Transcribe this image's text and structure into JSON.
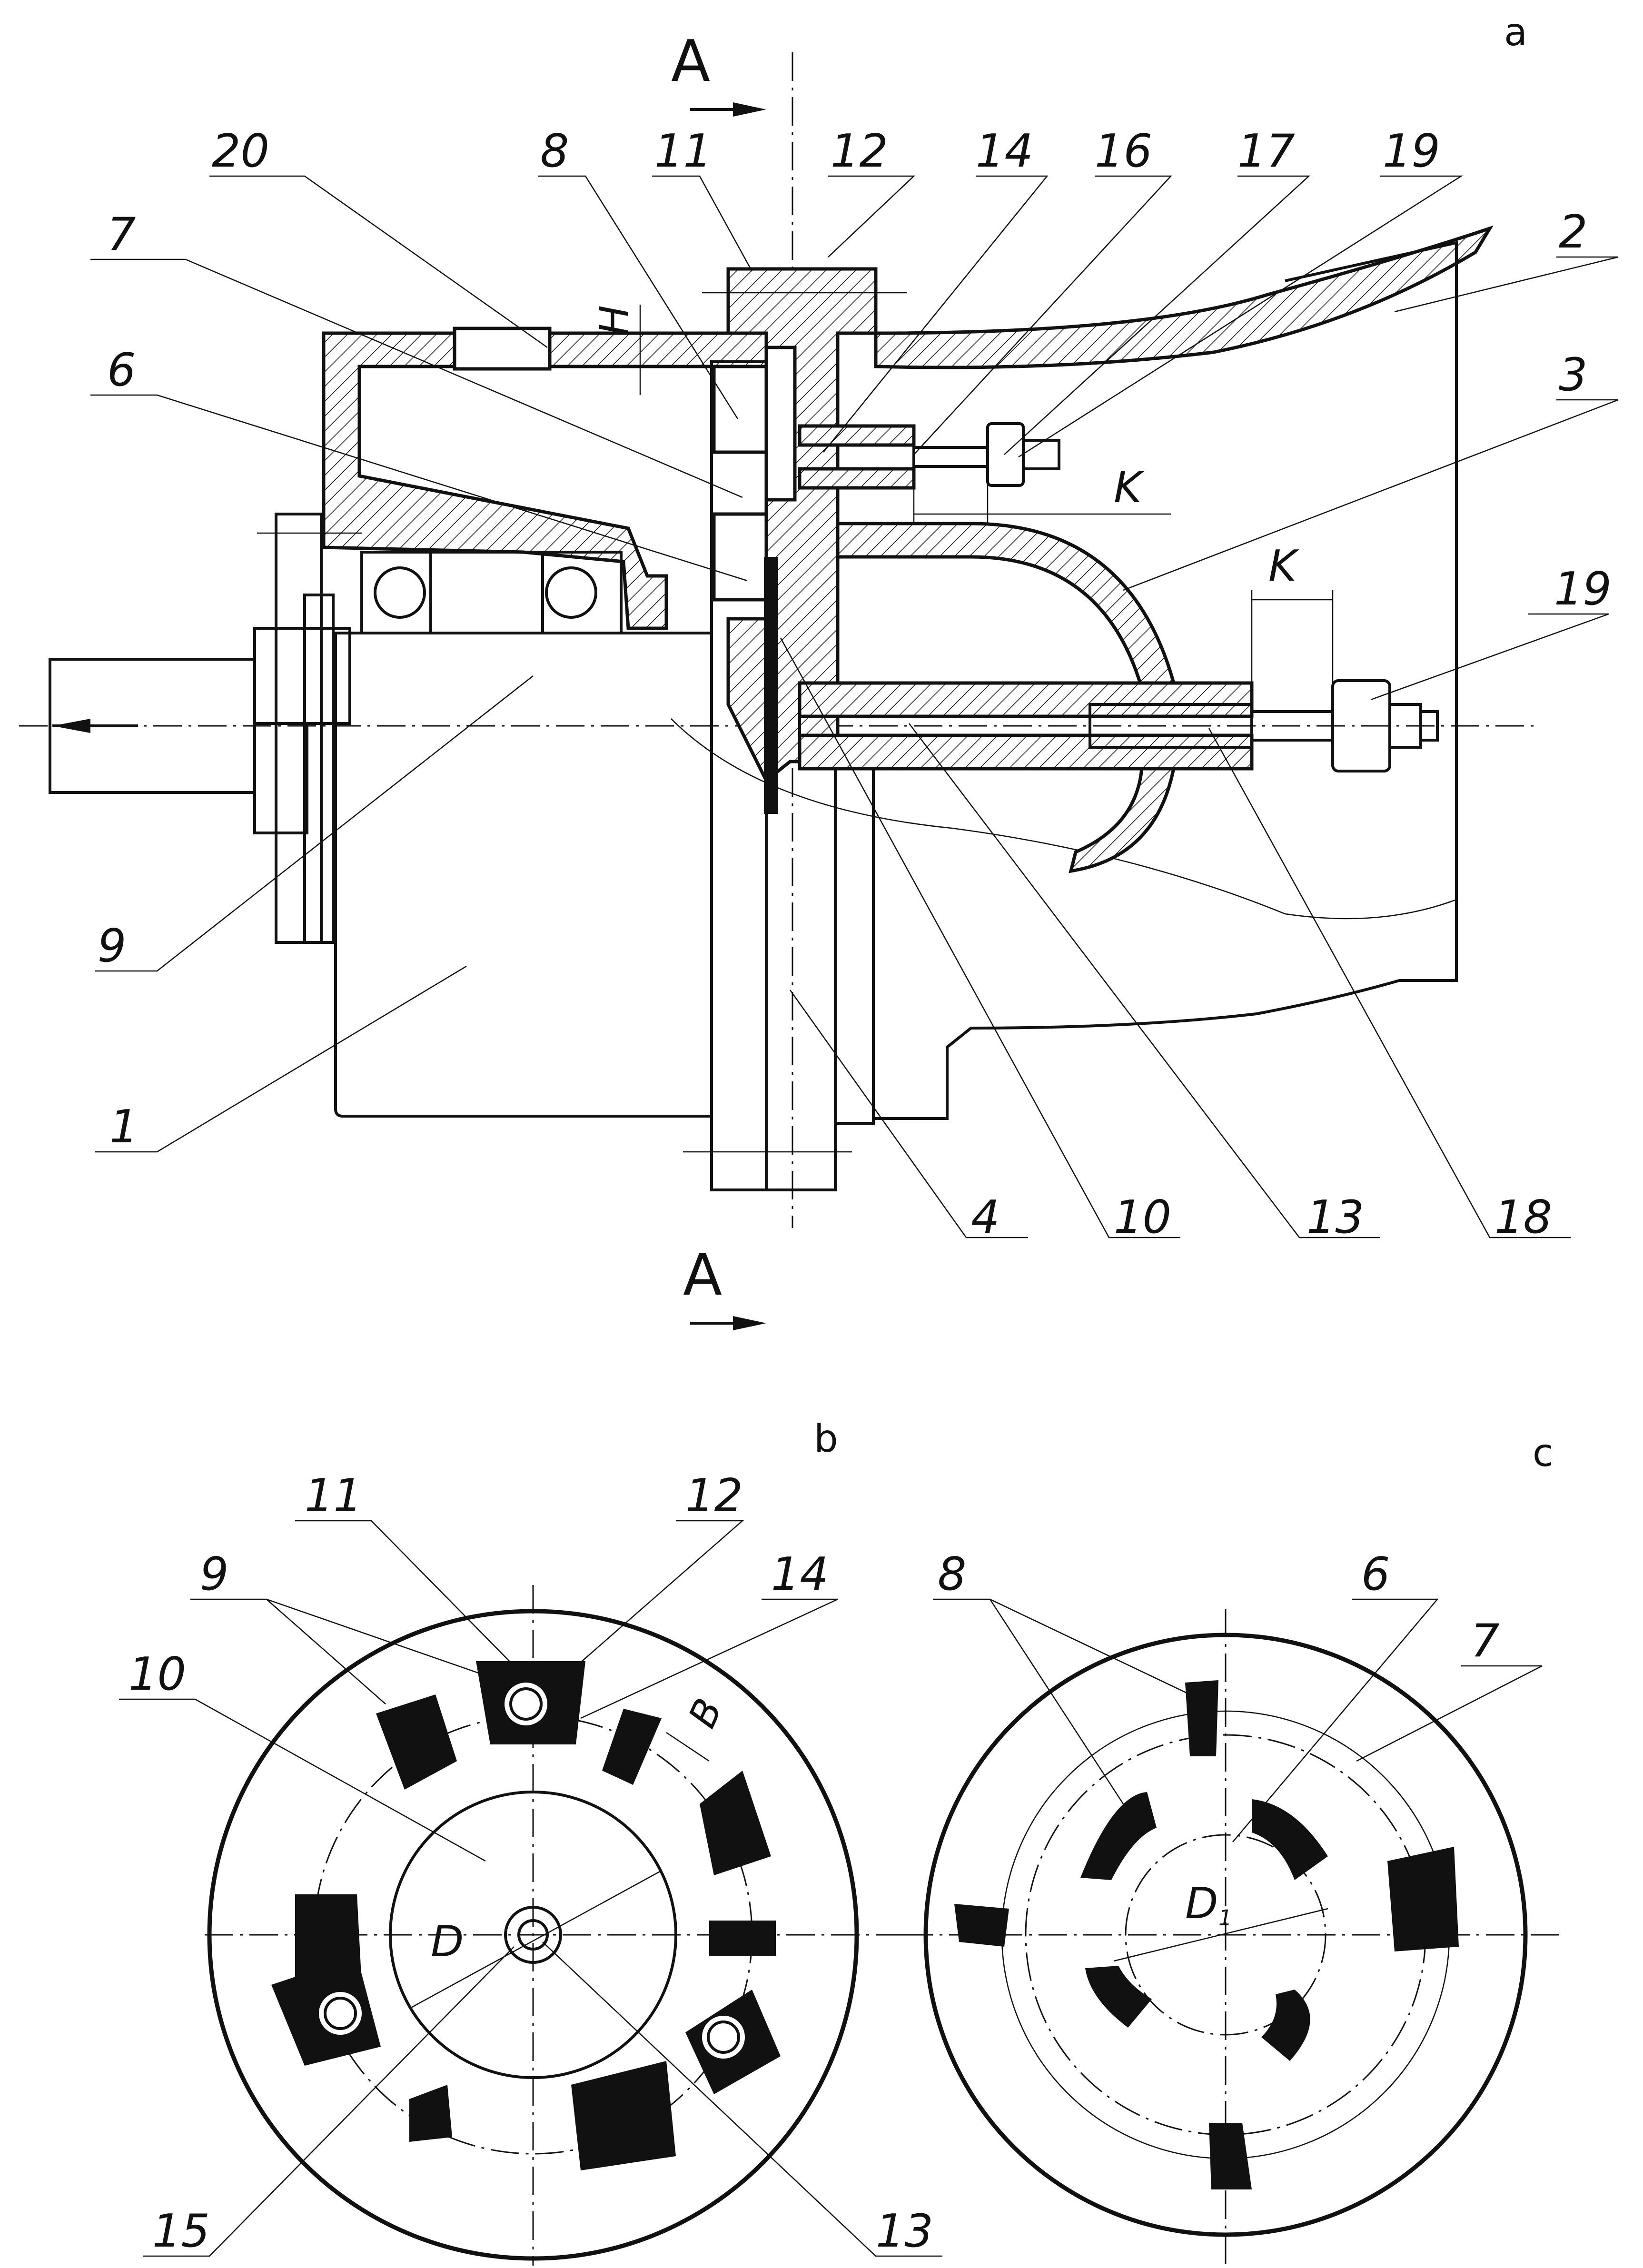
{
  "view_labels": {
    "a": "a",
    "b": "b",
    "c": "c"
  },
  "section": {
    "top": "A",
    "bottom": "A"
  },
  "dimensions": {
    "h": "H",
    "k_top": "K",
    "k_right": "K",
    "b": "B",
    "d": "D",
    "d1_main": "D",
    "d1_sub": "1"
  },
  "callouts_a": {
    "c20": "20",
    "c8": "8",
    "c11": "11",
    "c12": "12",
    "c14": "14",
    "c16": "16",
    "c17": "17",
    "c19_top": "19",
    "c2": "2",
    "c7": "7",
    "c6": "6",
    "c3": "3",
    "c19_right": "19",
    "c9": "9",
    "c1": "1",
    "c4": "4",
    "c10": "10",
    "c13": "13",
    "c18": "18"
  },
  "callouts_b": {
    "c11": "11",
    "c12": "12",
    "c9": "9",
    "c14": "14",
    "c10": "10",
    "c15": "15",
    "c13": "13"
  },
  "callouts_c": {
    "c8": "8",
    "c6": "6",
    "c7": "7"
  }
}
